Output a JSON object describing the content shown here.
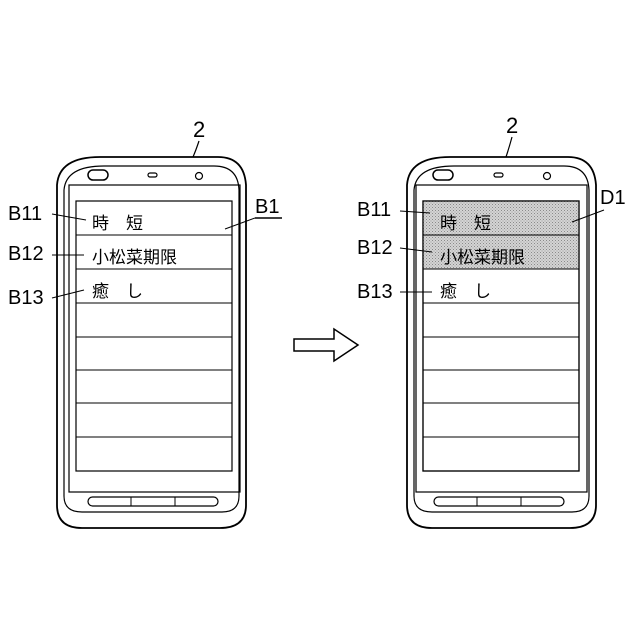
{
  "figure": {
    "device_ref": "2",
    "left_panel": {
      "list_ref": "B1",
      "rows": [
        {
          "ref": "B11",
          "text": "時　短",
          "highlighted": false
        },
        {
          "ref": "B12",
          "text": "小松菜期限",
          "highlighted": false
        },
        {
          "ref": "B13",
          "text": "癒　し",
          "highlighted": false
        }
      ],
      "empty_rows": 5
    },
    "right_panel": {
      "highlight_ref": "D1",
      "rows": [
        {
          "ref": "B11",
          "text": "時　短",
          "highlighted": true
        },
        {
          "ref": "B12",
          "text": "小松菜期限",
          "highlighted": true
        },
        {
          "ref": "B13",
          "text": "癒　し",
          "highlighted": false
        }
      ],
      "empty_rows": 5
    },
    "colors": {
      "line": "#000000",
      "highlight": "#c8c8c8",
      "background": "#ffffff"
    }
  }
}
